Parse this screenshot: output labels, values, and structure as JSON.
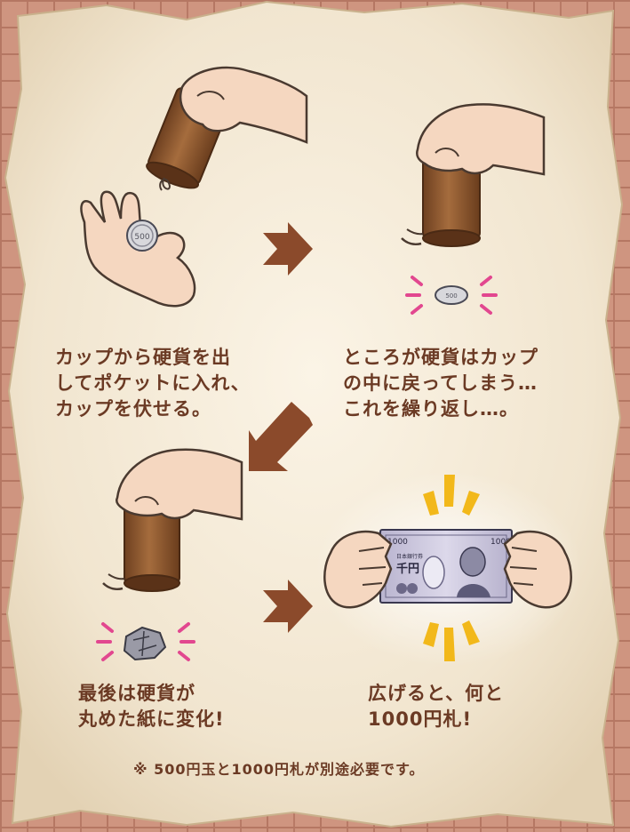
{
  "steps": [
    {
      "text": "カップから硬貨を出\nしてポケットに入れ、\nカップを伏せる。"
    },
    {
      "text": "ところが硬貨はカップ\nの中に戻ってしまう…\nこれを繰り返し…。"
    },
    {
      "text": "最後は硬貨が\n丸めた紙に変化!"
    },
    {
      "text": "広げると、何と\n1000円札!"
    }
  ],
  "note": "※ 500円玉と1000円札が別途必要です。",
  "coin": {
    "label": "500"
  },
  "banknote": {
    "corner_value": "1000",
    "denomination": "千円",
    "bank_text": "日本銀行券"
  },
  "colors": {
    "paper": "#f3e9d6",
    "brown": "#6b3a24",
    "cup": "#8a5630",
    "sparkle_pink": "#e2478f",
    "sparkle_yellow": "#f2b81a"
  }
}
